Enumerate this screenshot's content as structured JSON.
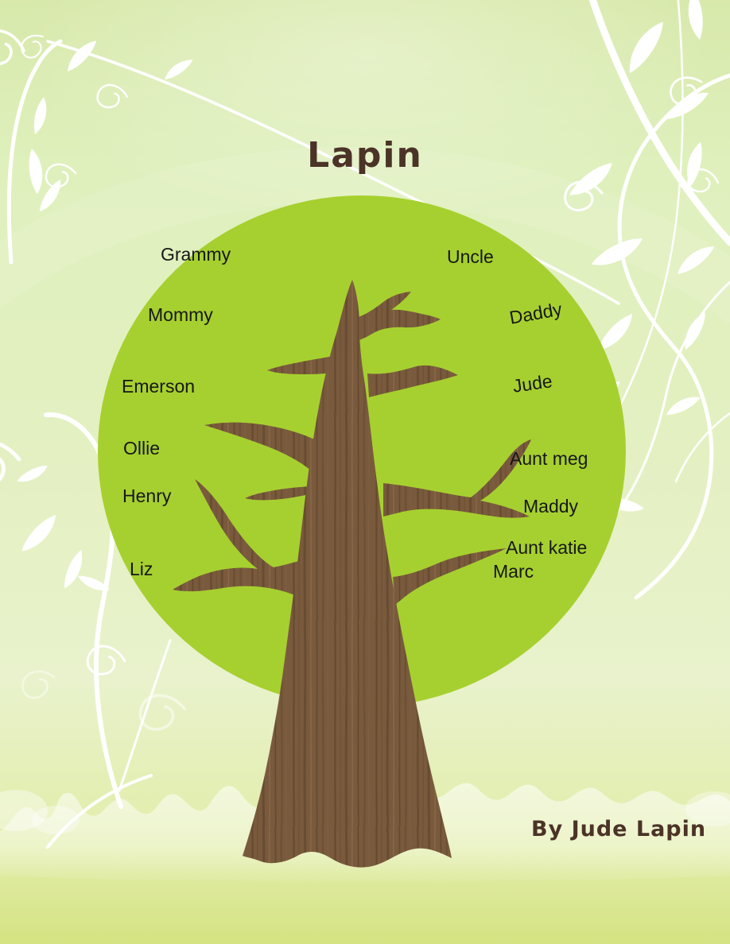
{
  "page": {
    "title": "Lapin",
    "byline": "By Jude Lapin"
  },
  "family": {
    "surname": "Lapin",
    "members": [
      {
        "name": "Grammy"
      },
      {
        "name": "Uncle"
      },
      {
        "name": "Mommy"
      },
      {
        "name": "Daddy"
      },
      {
        "name": "Emerson"
      },
      {
        "name": "Jude"
      },
      {
        "name": "Ollie"
      },
      {
        "name": "Aunt meg"
      },
      {
        "name": "Henry"
      },
      {
        "name": "Maddy"
      },
      {
        "name": "Aunt katie"
      },
      {
        "name": "Marc"
      },
      {
        "name": "Liz"
      }
    ]
  },
  "illustration": {
    "foliage_color": "#a6d02f",
    "trunk_color": "#7a5a3d",
    "background_color": "#e3f0c1",
    "title_text_color": "#4b3327",
    "name_text_color": "#171717"
  }
}
